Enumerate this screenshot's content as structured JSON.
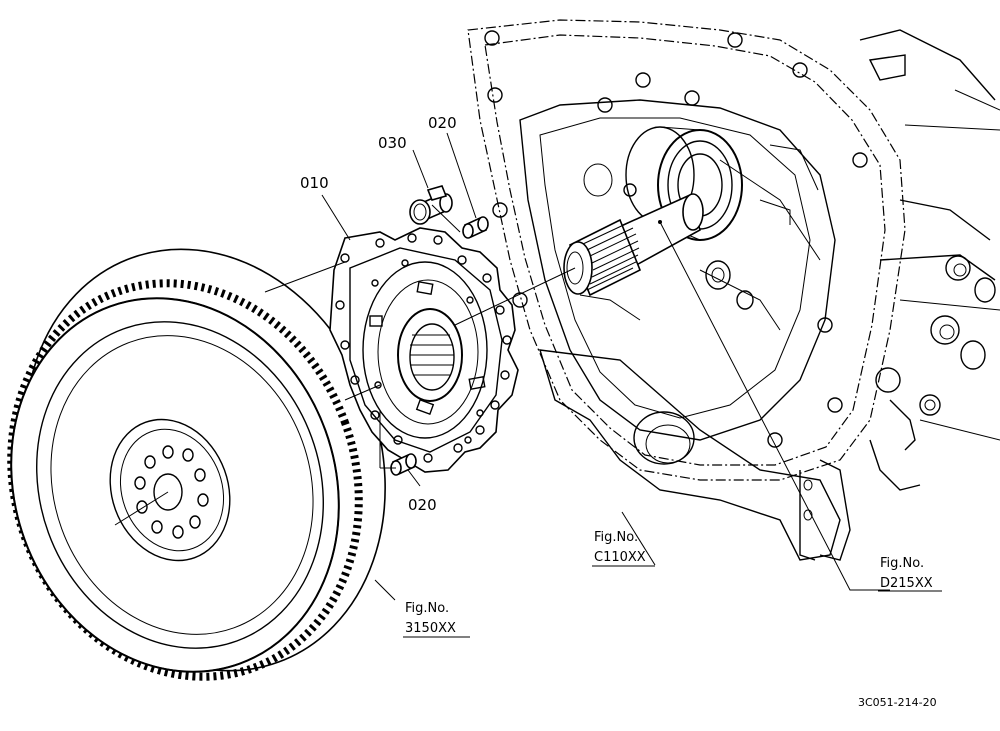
{
  "labels": {
    "disc": "010",
    "pin_top": "020",
    "bolt": "030",
    "pin_bottom": "020"
  },
  "references": {
    "flywheel": {
      "line1": "Fig.No.",
      "line2": "3150XX"
    },
    "housing": {
      "line1": "Fig.No.",
      "line2": "C110XX"
    },
    "shaft": {
      "line1": "Fig.No.",
      "line2": "D215XX"
    }
  },
  "drawing_code": "3C051-214-20"
}
